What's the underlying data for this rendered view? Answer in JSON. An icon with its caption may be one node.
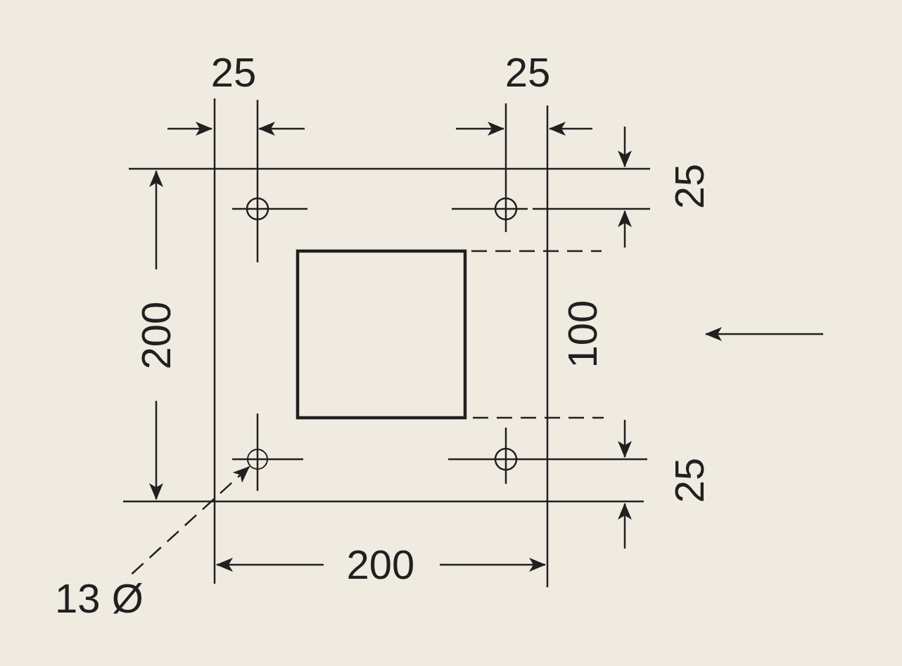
{
  "diagram": {
    "nodes": [
      {
        "text": [
          "13 Ø"
        ]
      },
      {
        "text": [],
        "shape": "circle"
      }
    ],
    "edges": [
      {
        "from": 0,
        "to": 1,
        "arrow": "to",
        "style": "dashed"
      }
    ],
    "labels": [
      "25",
      "25",
      "25",
      "200",
      "100",
      "25",
      "200"
    ]
  }
}
